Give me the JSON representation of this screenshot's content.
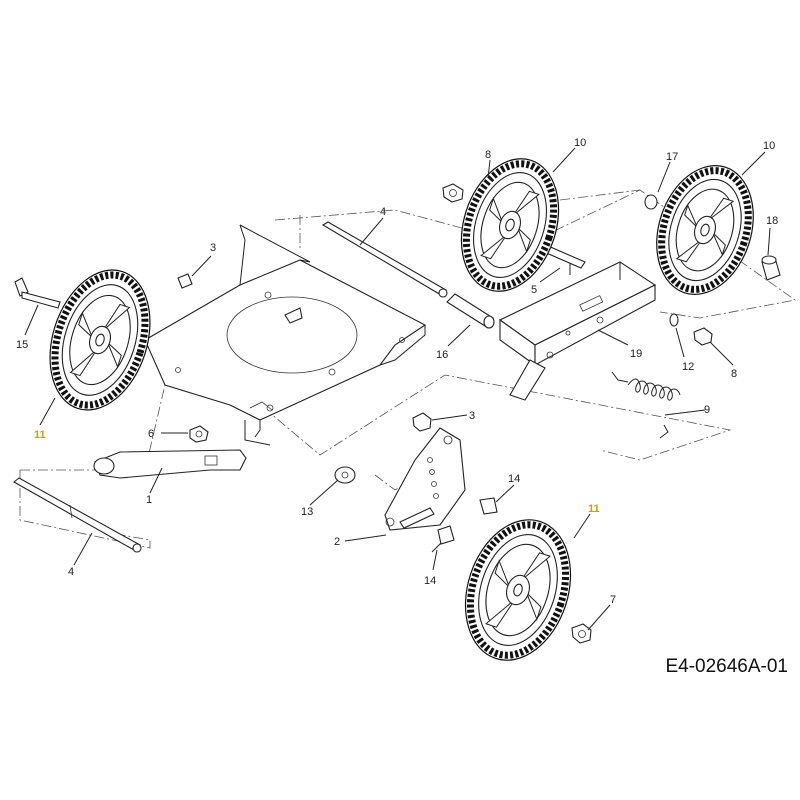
{
  "reference_code": "E4-02646A-01",
  "callouts": [
    {
      "id": "c8a",
      "label": "8"
    },
    {
      "id": "c10a",
      "label": "10"
    },
    {
      "id": "c17",
      "label": "17"
    },
    {
      "id": "c10b",
      "label": "10"
    },
    {
      "id": "c4a",
      "label": "4"
    },
    {
      "id": "c18",
      "label": "18"
    },
    {
      "id": "c3a",
      "label": "3"
    },
    {
      "id": "c5",
      "label": "5"
    },
    {
      "id": "c15",
      "label": "15"
    },
    {
      "id": "c16",
      "label": "16"
    },
    {
      "id": "c19",
      "label": "19"
    },
    {
      "id": "c12",
      "label": "12"
    },
    {
      "id": "c8b",
      "label": "8"
    },
    {
      "id": "c9",
      "label": "9"
    },
    {
      "id": "c3b",
      "label": "3"
    },
    {
      "id": "c11a",
      "label": "11",
      "highlight": true
    },
    {
      "id": "c6",
      "label": "6"
    },
    {
      "id": "c1",
      "label": "1"
    },
    {
      "id": "c13",
      "label": "13"
    },
    {
      "id": "c14a",
      "label": "14"
    },
    {
      "id": "c11b",
      "label": "11",
      "highlight": true
    },
    {
      "id": "c2",
      "label": "2"
    },
    {
      "id": "c14b",
      "label": "14"
    },
    {
      "id": "c4b",
      "label": "4"
    },
    {
      "id": "c7",
      "label": "7"
    }
  ]
}
